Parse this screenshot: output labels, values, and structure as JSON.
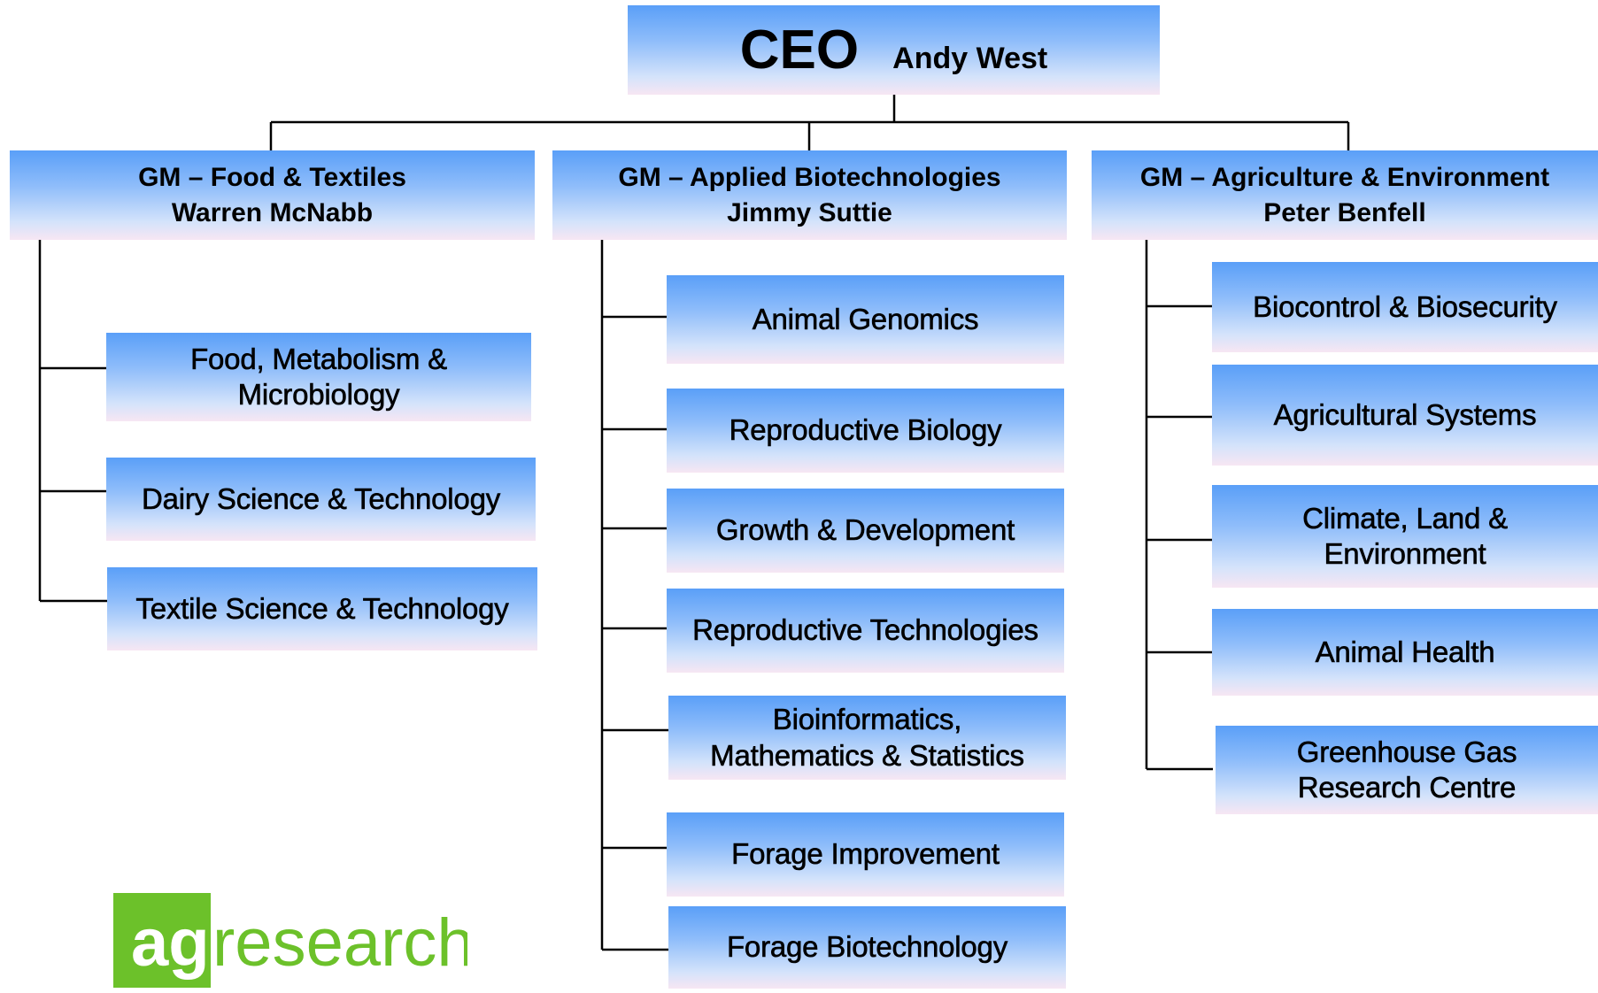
{
  "ceo": {
    "title": "CEO",
    "name": "Andy West"
  },
  "divisions": [
    {
      "title": "GM – Food & Textiles",
      "name": "Warren McNabb",
      "units": [
        "Food, Metabolism & Microbiology",
        "Dairy Science & Technology",
        "Textile Science & Technology"
      ]
    },
    {
      "title": "GM – Applied Biotechnologies",
      "name": "Jimmy Suttie",
      "units": [
        "Animal Genomics",
        "Reproductive Biology",
        "Growth & Development",
        "Reproductive Technologies",
        "Bioinformatics, Mathematics & Statistics",
        "Forage Improvement",
        "Forage Biotechnology"
      ]
    },
    {
      "title": "GM – Agriculture & Environment",
      "name": "Peter Benfell",
      "units": [
        "Biocontrol & Biosecurity",
        "Agricultural Systems",
        "Climate, Land & Environment",
        "Animal Health",
        "Greenhouse Gas Research Centre"
      ]
    }
  ],
  "logo": {
    "text_bold": "ag",
    "text_light": "research",
    "color": "#6cc12a"
  },
  "colors": {
    "box_top": "#5a9ff8",
    "box_bottom": "#f7e6f3",
    "line": "#000000"
  }
}
